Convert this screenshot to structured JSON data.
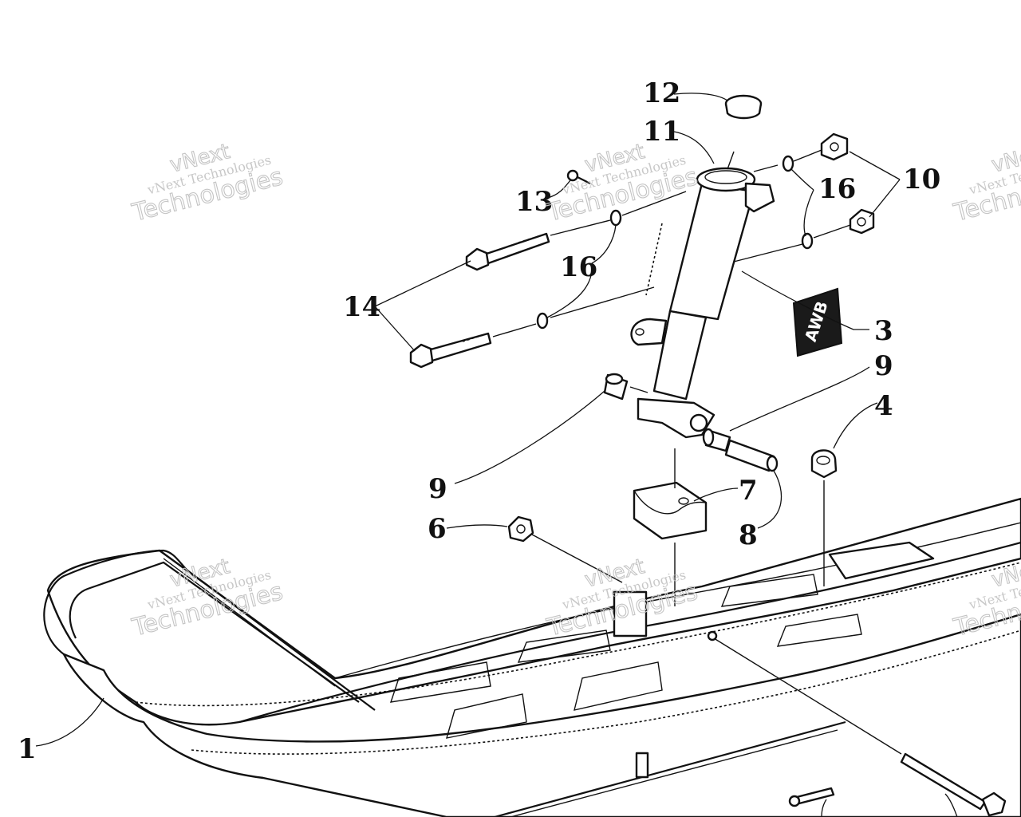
{
  "callouts": [
    "1",
    "3",
    "4",
    "6",
    "7",
    "8",
    "9",
    "9",
    "10",
    "11",
    "12",
    "13",
    "14",
    "16",
    "16"
  ],
  "decal_text": "AWB",
  "watermark": {
    "line1": "vNext",
    "line2": "vNext Technologies",
    "line3": "Technologies"
  }
}
